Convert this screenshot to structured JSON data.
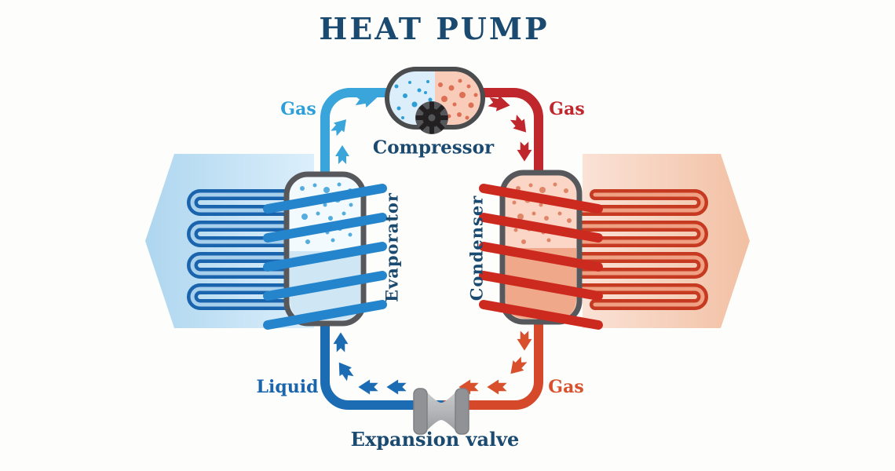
{
  "title": "HEAT PUMP",
  "components": {
    "compressor": "Compressor",
    "evaporator": "Evaporator",
    "condenser": "Condenser",
    "expansion_valve": "Expansion valve"
  },
  "flow_labels": {
    "gas_to_compressor": "Gas",
    "gas_from_compressor": "Gas",
    "gas_after_valve": "Gas",
    "liquid_after_condenser": "Liquid"
  },
  "colors": {
    "title_navy": "#1b4a70",
    "gas_cold_blue": "#39a5db",
    "liquid_dark_blue": "#1c6cb4",
    "gas_hot_red": "#c0272c",
    "gas_warm_orange": "#d8512c",
    "cold_air_arrow": "#bfe0f4",
    "warm_air_arrow": "#f6d0bd",
    "coil_blue": "#2585cc",
    "coil_red": "#cd2a1f",
    "metal_gray": "#57585b"
  }
}
